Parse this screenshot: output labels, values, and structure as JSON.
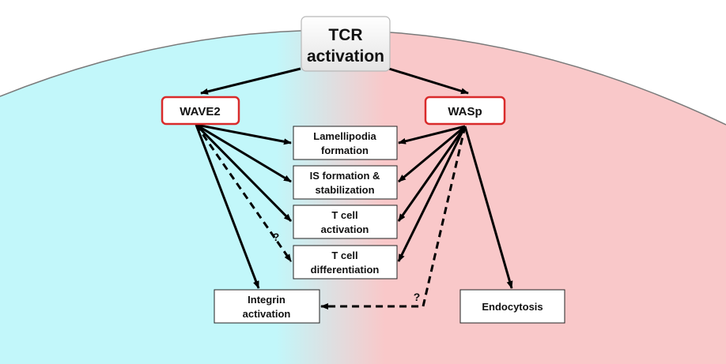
{
  "colors": {
    "left_region": "#c2f7fa",
    "right_region": "#f9c8c9",
    "node_border": "#d92b2b",
    "arrow": "#000000"
  },
  "nodes": {
    "tcr": {
      "line1": "TCR",
      "line2": "activation"
    },
    "wave2": {
      "label": "WAVE2"
    },
    "wasp": {
      "label": "WASp"
    }
  },
  "processes": {
    "lamellipodia": {
      "line1": "Lamellipodia",
      "line2": "formation"
    },
    "is_formation": {
      "line1": "IS formation &",
      "line2": "stabilization"
    },
    "tcell_activation": {
      "line1": "T cell",
      "line2": "activation"
    },
    "tcell_differentiation": {
      "line1": "T cell",
      "line2": "differentiation"
    },
    "integrin": {
      "line1": "Integrin",
      "line2": "activation"
    },
    "endocytosis": {
      "label": "Endocytosis"
    }
  },
  "annotations": {
    "uncertain_left": "?",
    "uncertain_right": "?"
  }
}
